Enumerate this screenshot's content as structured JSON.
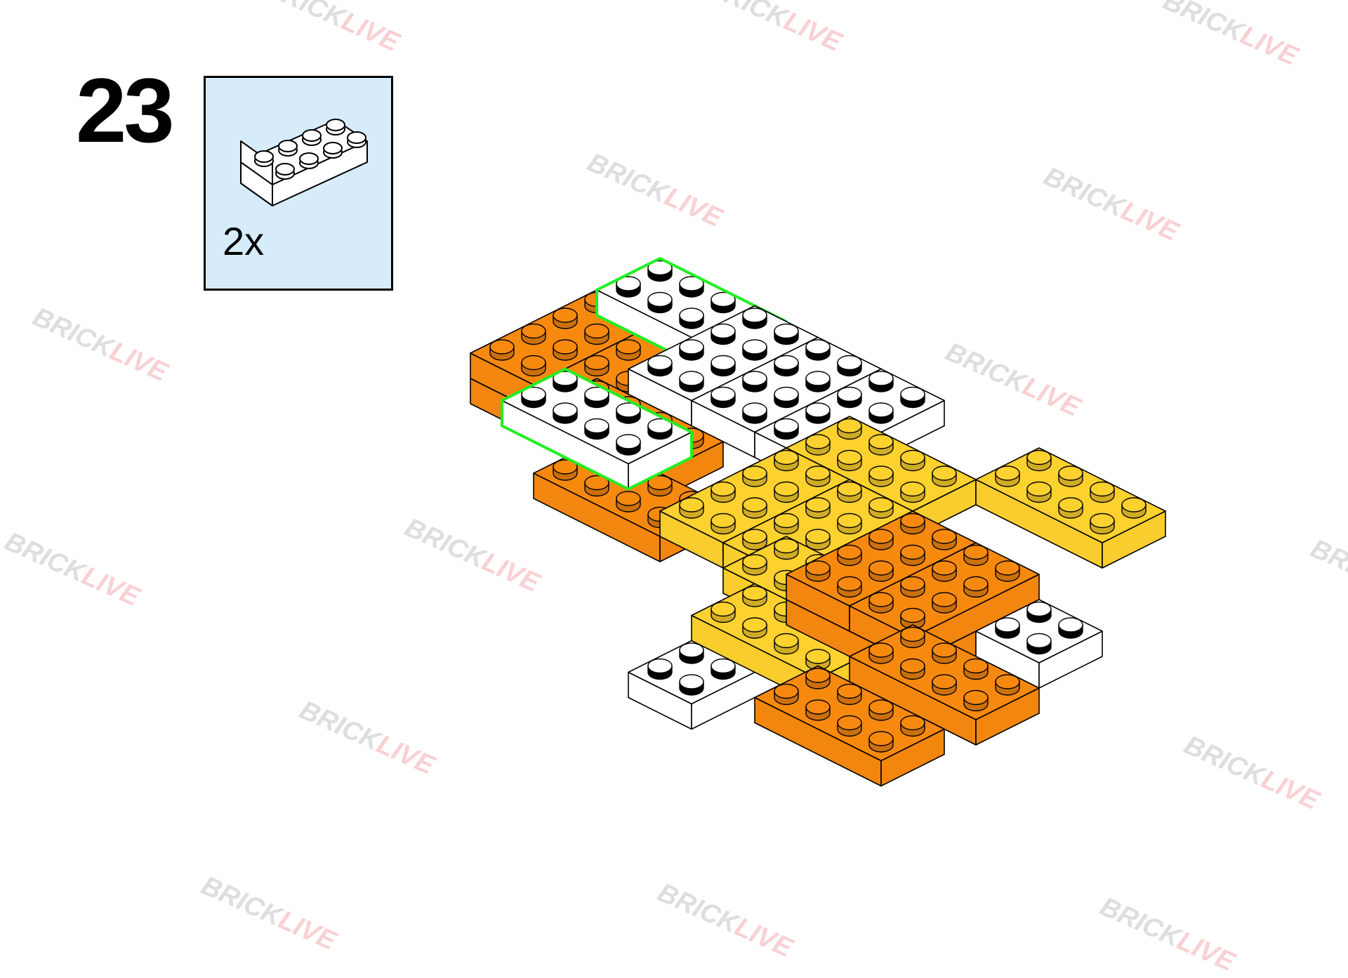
{
  "step": {
    "number": "23"
  },
  "parts": {
    "quantity": "2x",
    "brick": "white-2x4-brick"
  },
  "watermark": {
    "brand_a": "BRICK",
    "brand_b": "LIVE"
  },
  "colors": {
    "white": "#ffffff",
    "orange": "#f7890e",
    "yellow": "#fdd12e",
    "highlight": "#22ee22",
    "parts_bg": "#d6ecfb"
  }
}
